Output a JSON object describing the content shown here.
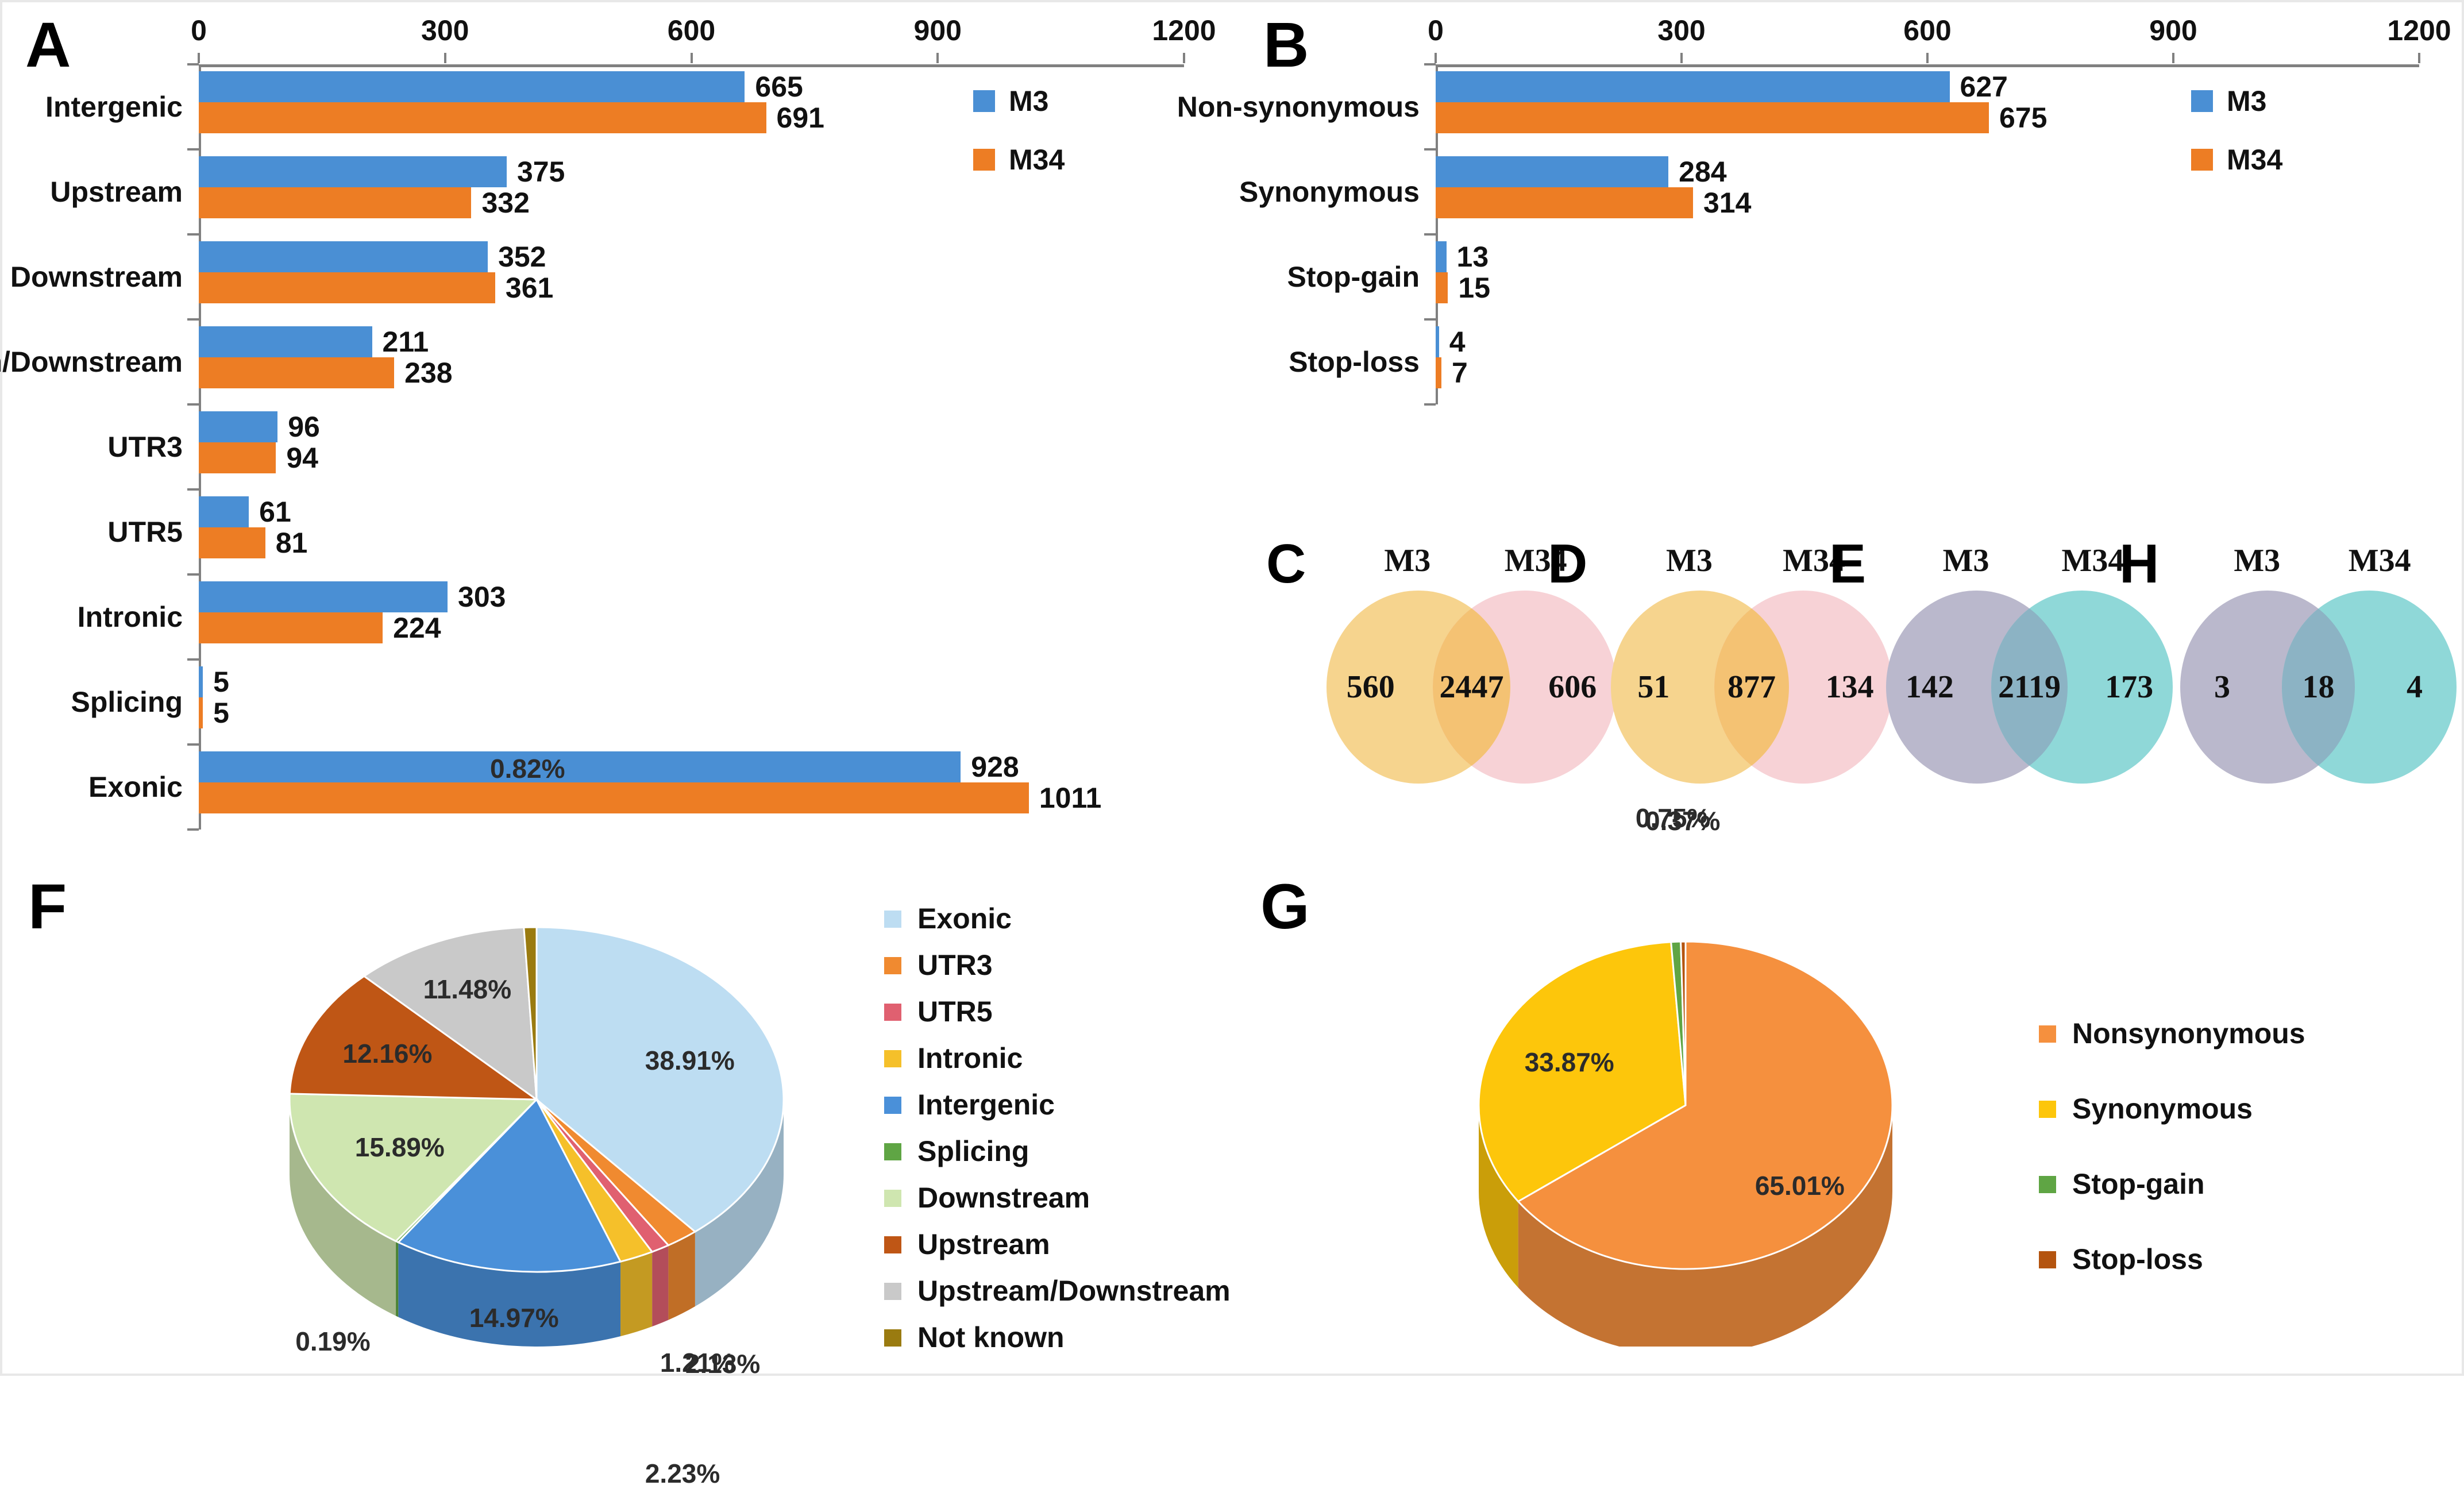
{
  "figure": {
    "background": "#ffffff",
    "series_colors": {
      "M3": "#4A8FD4",
      "M34": "#ED7D24"
    }
  },
  "panels": {
    "A": {
      "letter": "A"
    },
    "B": {
      "letter": "B"
    },
    "C": {
      "letter": "C"
    },
    "D": {
      "letter": "D"
    },
    "E": {
      "letter": "E"
    },
    "H": {
      "letter": "H"
    },
    "F": {
      "letter": "F"
    },
    "G": {
      "letter": "G"
    }
  },
  "chart_data": [
    {
      "panel": "A",
      "type": "bar",
      "orientation": "horizontal",
      "title": "",
      "xlabel": "",
      "ylabel": "",
      "xlim": [
        0,
        1200
      ],
      "xticks": [
        0,
        300,
        600,
        900,
        1200
      ],
      "xticklabels": [
        "0",
        "300",
        "600",
        "900",
        "1200"
      ],
      "grid": false,
      "legend_position": "right",
      "categories": [
        "Intergenic",
        "Upstream",
        "Downstream",
        "Upstream/Downstream",
        "UTR3",
        "UTR5",
        "Intronic",
        "Splicing",
        "Exonic"
      ],
      "series": [
        {
          "name": "M3",
          "color": "#4A8FD4",
          "values": [
            665,
            375,
            352,
            211,
            96,
            61,
            303,
            5,
            928
          ]
        },
        {
          "name": "M34",
          "color": "#ED7D24",
          "values": [
            691,
            332,
            361,
            238,
            94,
            81,
            224,
            5,
            1011
          ]
        }
      ]
    },
    {
      "panel": "B",
      "type": "bar",
      "orientation": "horizontal",
      "title": "",
      "xlabel": "",
      "ylabel": "",
      "xlim": [
        0,
        1200
      ],
      "xticks": [
        0,
        300,
        600,
        900,
        1200
      ],
      "xticklabels": [
        "0",
        "300",
        "600",
        "900",
        "1200"
      ],
      "grid": false,
      "legend_position": "right",
      "categories": [
        "Non-synonymous",
        "Synonymous",
        "Stop-gain",
        "Stop-loss"
      ],
      "series": [
        {
          "name": "M3",
          "color": "#4A8FD4",
          "values": [
            627,
            284,
            13,
            4
          ]
        },
        {
          "name": "M34",
          "color": "#ED7D24",
          "values": [
            675,
            314,
            15,
            7
          ]
        }
      ]
    },
    {
      "panel": "C",
      "type": "venn",
      "sets": [
        "M3",
        "M34"
      ],
      "left_only": 560,
      "intersection": 2447,
      "right_only": 606,
      "colors": {
        "left": "#F6D48E",
        "right": "#F7D2D6",
        "overlap": "#F4C273"
      }
    },
    {
      "panel": "D",
      "type": "venn",
      "sets": [
        "M3",
        "M34"
      ],
      "left_only": 51,
      "intersection": 877,
      "right_only": 134,
      "colors": {
        "left": "#F6D48E",
        "right": "#F7D2D6",
        "overlap": "#F4C273"
      }
    },
    {
      "panel": "E",
      "type": "venn",
      "sets": [
        "M3",
        "M34"
      ],
      "left_only": 142,
      "intersection": 2119,
      "right_only": 173,
      "colors": {
        "left": "#BAB8CC",
        "right": "#8FD8D8",
        "overlap": "#8CB3C4"
      }
    },
    {
      "panel": "H",
      "type": "venn",
      "sets": [
        "M3",
        "M34"
      ],
      "left_only": 3,
      "intersection": 18,
      "right_only": 4,
      "colors": {
        "left": "#BAB8CC",
        "right": "#8FD8D8",
        "overlap": "#8CB3C4"
      }
    },
    {
      "panel": "F",
      "type": "pie",
      "title": "",
      "legend_position": "right",
      "labels": [
        "Exonic",
        "UTR3",
        "UTR5",
        "Intronic",
        "Intergenic",
        "Splicing",
        "Downstream",
        "Upstream",
        "Upstream/Downstream",
        "Not known"
      ],
      "values": [
        38.91,
        2.13,
        1.21,
        2.23,
        14.97,
        0.19,
        15.89,
        12.16,
        11.48,
        0.82
      ],
      "value_labels": [
        "38.91%",
        "2.13%",
        "1.21%",
        "2.23%",
        "14.97%",
        "0.19%",
        "15.89%",
        "12.16%",
        "11.48%",
        "0.82%"
      ],
      "colors": [
        "#BDDDF2",
        "#F08A30",
        "#E06070",
        "#F5C02A",
        "#4A90D9",
        "#5FA544",
        "#CFE6B0",
        "#BF5615",
        "#C9C9C9",
        "#9A7B10"
      ]
    },
    {
      "panel": "G",
      "type": "pie",
      "title": "",
      "legend_position": "right",
      "labels": [
        "Nonsynonymous",
        "Synonymous",
        "Stop-gain",
        "Stop-loss"
      ],
      "values": [
        65.01,
        33.87,
        0.75,
        0.37
      ],
      "value_labels": [
        "65.01%",
        "33.87%",
        "0.75%",
        "0.37%"
      ],
      "colors": [
        "#F5903E",
        "#FDC60B",
        "#5FA544",
        "#B4540F"
      ]
    }
  ]
}
